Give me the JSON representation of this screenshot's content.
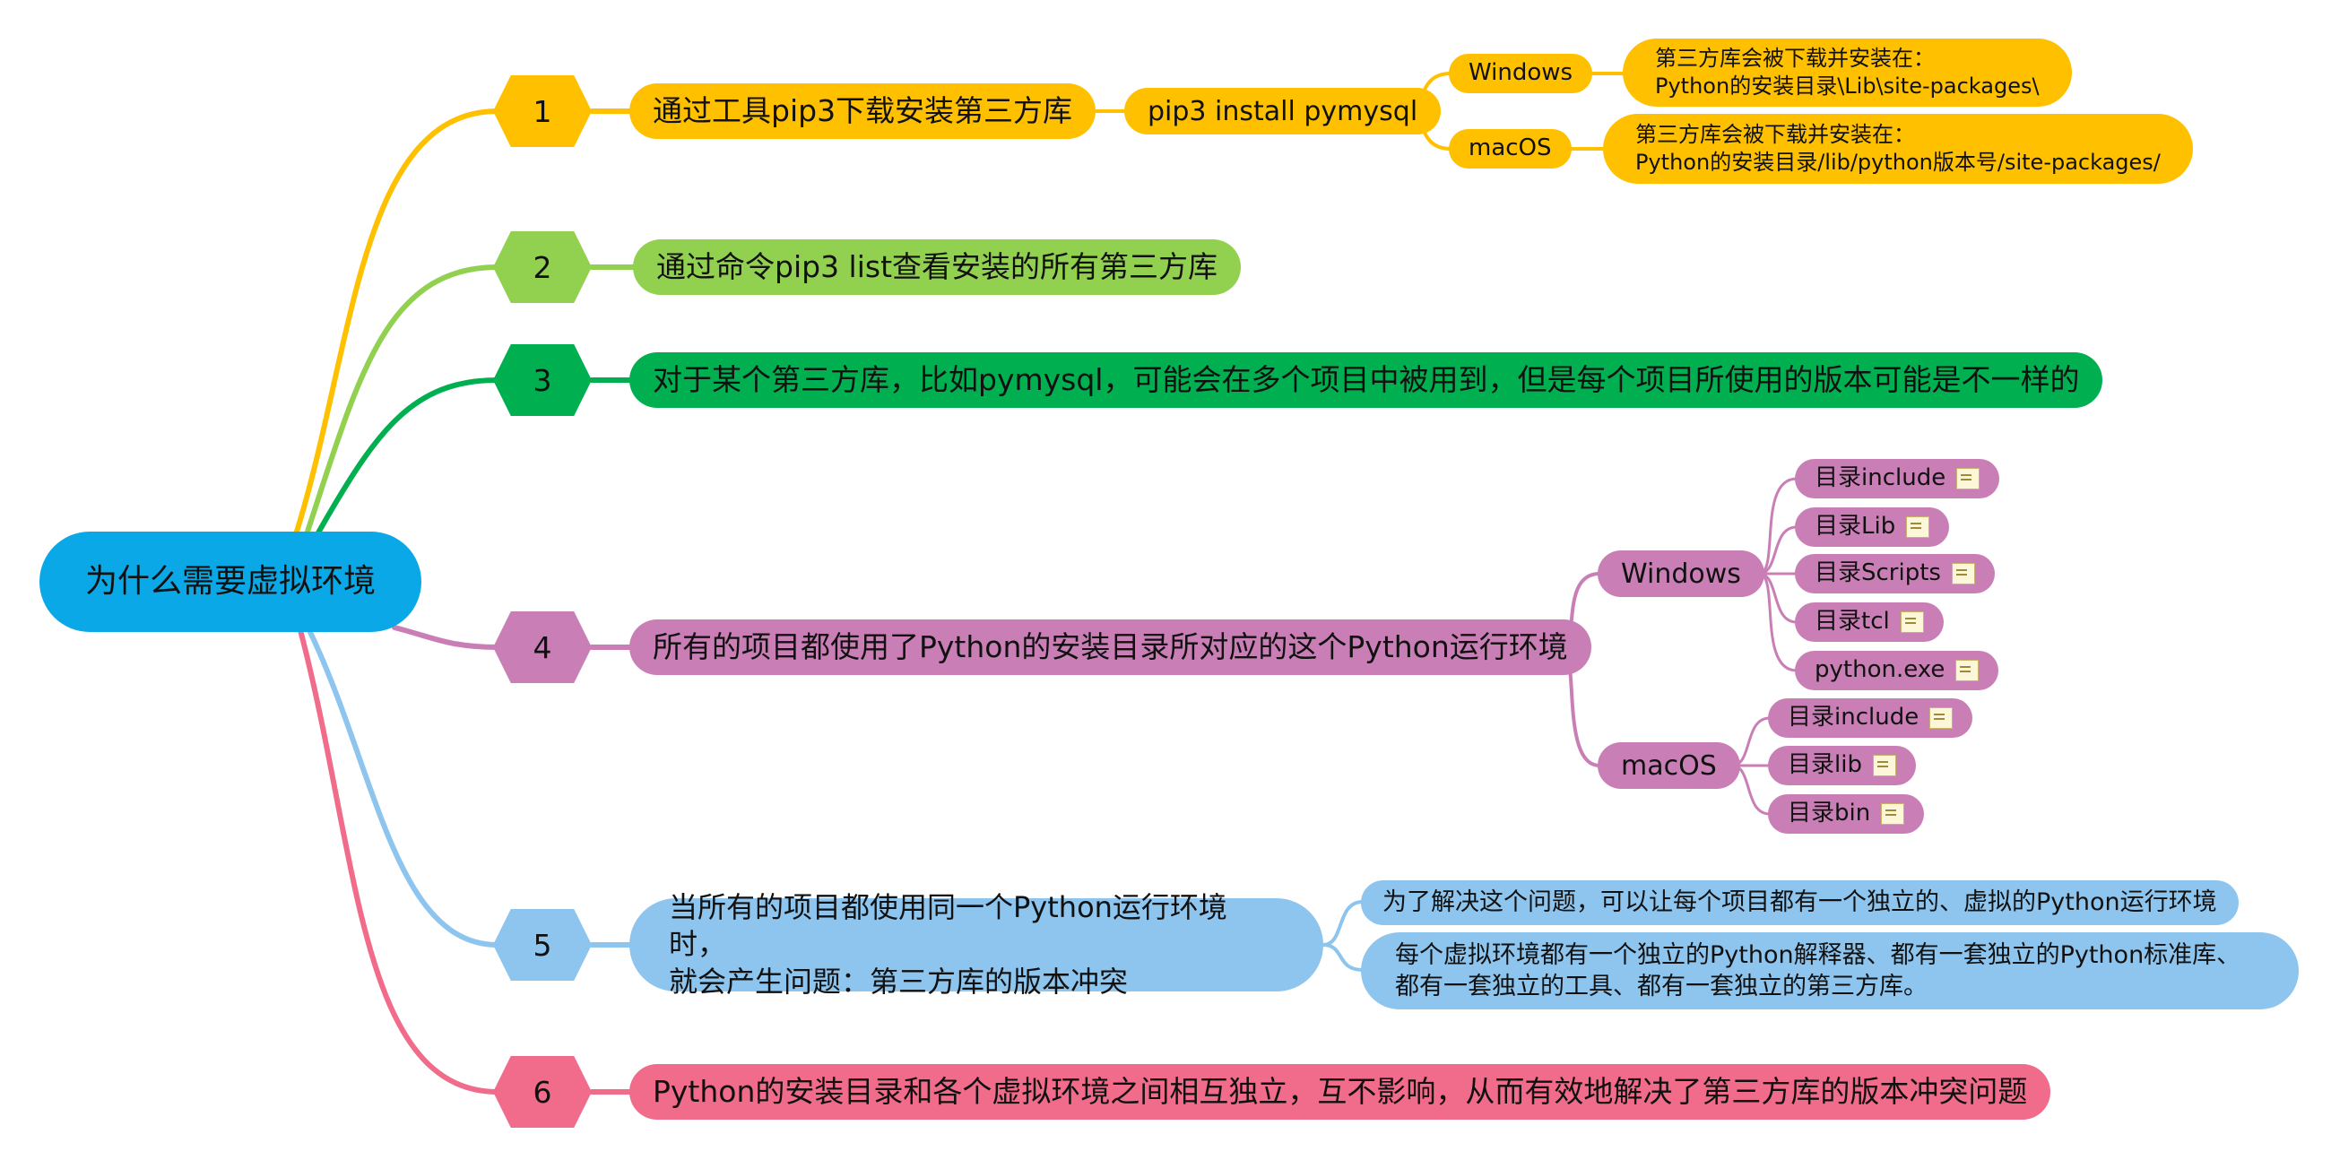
{
  "root": {
    "label": "为什么需要虚拟环境"
  },
  "colors": {
    "root": "#0aa8e6",
    "b1": "#ffc000",
    "b2": "#92d050",
    "b3": "#00b050",
    "b4": "#c97fb5",
    "b5": "#8ec5ee",
    "b6": "#f06c8a"
  },
  "branches": [
    {
      "number": "1",
      "label": "通过工具pip3下载安装第三方库",
      "command": "pip3 install pymysql",
      "os": [
        {
          "name": "Windows",
          "detail": [
            "第三方库会被下载并安装在：",
            "Python的安装目录\\Lib\\site-packages\\"
          ]
        },
        {
          "name": "macOS",
          "detail": [
            "第三方库会被下载并安装在：",
            "Python的安装目录/lib/python版本号/site-packages/"
          ]
        }
      ]
    },
    {
      "number": "2",
      "label": "通过命令pip3 list查看安装的所有第三方库"
    },
    {
      "number": "3",
      "label": "对于某个第三方库，比如pymysql，可能会在多个项目中被用到，但是每个项目所使用的版本可能是不一样的"
    },
    {
      "number": "4",
      "label": "所有的项目都使用了Python的安装目录所对应的这个Python运行环境",
      "os": [
        {
          "name": "Windows",
          "items": [
            "目录include",
            "目录Lib",
            "目录Scripts",
            "目录tcl",
            "python.exe"
          ]
        },
        {
          "name": "macOS",
          "items": [
            "目录include",
            "目录lib",
            "目录bin"
          ]
        }
      ]
    },
    {
      "number": "5",
      "label_lines": [
        "当所有的项目都使用同一个Python运行环境时，",
        "就会产生问题：第三方库的版本冲突"
      ],
      "children": [
        {
          "lines": [
            "为了解决这个问题，可以让每个项目都有一个独立的、虚拟的Python运行环境"
          ]
        },
        {
          "lines": [
            "每个虚拟环境都有一个独立的Python解释器、都有一套独立的Python标准库、",
            "都有一套独立的工具、都有一套独立的第三方库。"
          ]
        }
      ]
    },
    {
      "number": "6",
      "label": "Python的安装目录和各个虚拟环境之间相互独立，互不影响，从而有效地解决了第三方库的版本冲突问题"
    }
  ]
}
